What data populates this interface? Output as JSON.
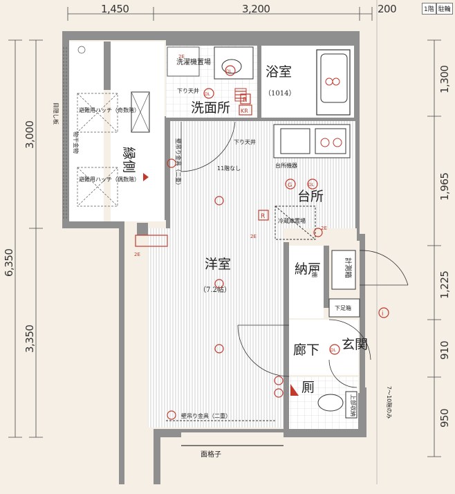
{
  "floor_tag": "1階",
  "floor_tag_extra": "駐輪",
  "dims_top": [
    "1,450",
    "3,200",
    "200"
  ],
  "dims_left_outer": "6,350",
  "dims_left_inner": [
    "3,000",
    "3,350"
  ],
  "dims_right": [
    "1,300",
    "1,965",
    "1,225",
    "910",
    "950"
  ],
  "rooms": {
    "western": "洋室",
    "western_size": "（7.2帖）",
    "kitchen": "台所",
    "washroom": "洗面所",
    "bath": "浴室",
    "bath_size": "（1014）",
    "storage": "納戸",
    "hall": "廊下",
    "entrance": "玄関",
    "toilet": "厠",
    "veranda": "縁側",
    "meter": "計測箱"
  },
  "labels": {
    "washer": "洗濯機置場",
    "lowered_ceiling_wash": "下り天井",
    "lowered_ceiling_main": "下り天井",
    "floor11": "11階なし",
    "kitchen_appliance": "台所機器",
    "fridge": "冷蔵庫置場",
    "shoe_box": "下足箱",
    "shelf": "枕棚",
    "upper_shelf": "上部収納",
    "hook_rail": "壁吊り金具（二重）",
    "hook_rail_vertical": "壁吊り金具（二重）",
    "lattice": "面格子",
    "hidden_board": "目隠し板",
    "evac_odd": "避難用ハッチ（奇数階）",
    "evac_even": "避難用ハッチ（偶数階）",
    "clothes_pole": "物干金物",
    "floor_note": "7〜10階のみ"
  },
  "symbols": {
    "dl": "DL",
    "g": "G",
    "r": "R",
    "kr": "KR",
    "i": "i",
    "e2": "2E"
  }
}
